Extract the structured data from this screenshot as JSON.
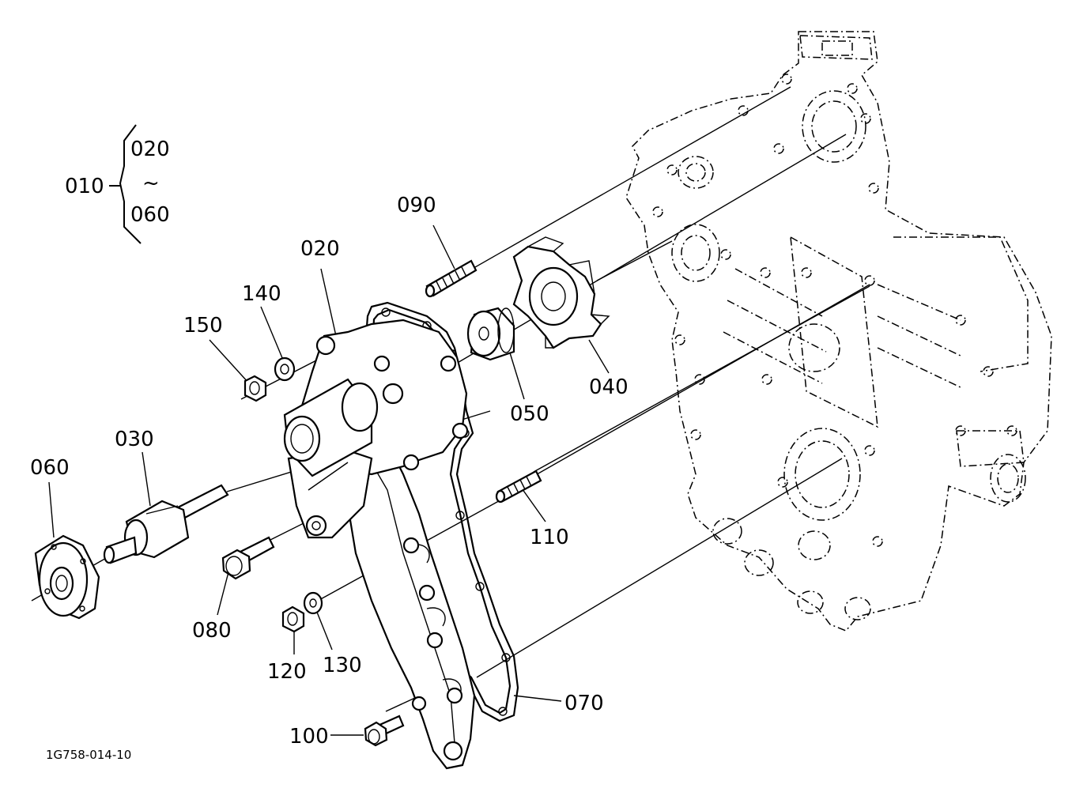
{
  "diagram": {
    "drawing_code": "1G758-014-10",
    "assembly_label": "010",
    "assembly_range": {
      "from": "020",
      "tilde": "~",
      "to": "060"
    },
    "callouts": {
      "p020": "020",
      "p030": "030",
      "p040": "040",
      "p050": "050",
      "p060": "060",
      "p070": "070",
      "p080": "080",
      "p090": "090",
      "p100": "100",
      "p110": "110",
      "p120": "120",
      "p130": "130",
      "p140": "140",
      "p150": "150"
    }
  }
}
